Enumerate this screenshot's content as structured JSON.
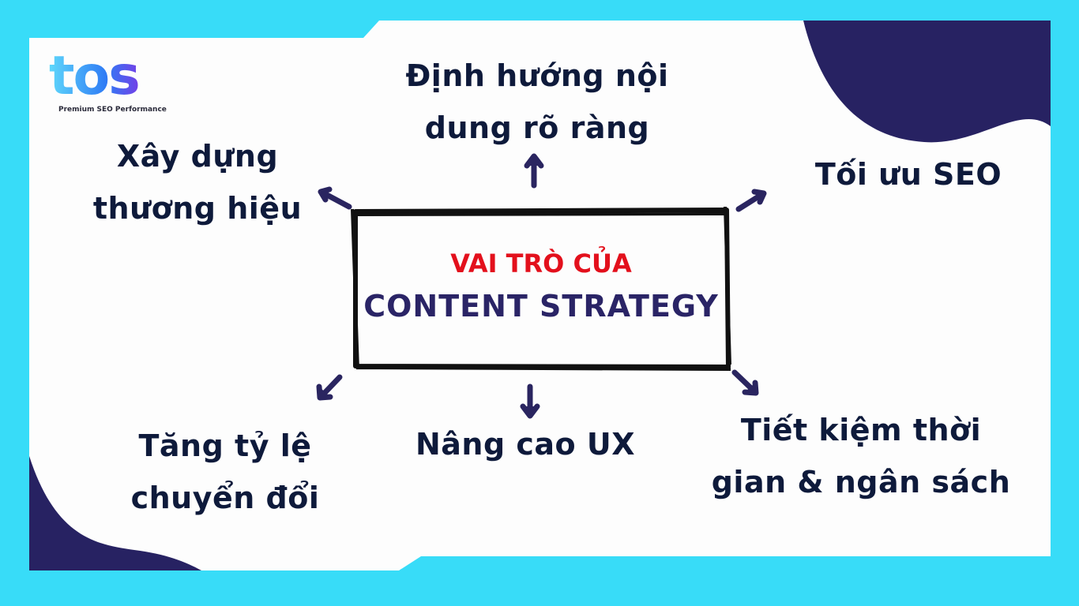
{
  "logo": {
    "text": "tos",
    "tagline": "Premium SEO Performance"
  },
  "center": {
    "line1": "VAI TRÒ CỦA",
    "line2": "CONTENT STRATEGY"
  },
  "items": [
    {
      "line1": "Định hướng nội",
      "line2": "dung rõ ràng"
    },
    {
      "line1": "Xây dựng",
      "line2": "thương hiệu"
    },
    {
      "line1": "Tối ưu SEO"
    },
    {
      "line1": "Tăng tỷ lệ",
      "line2": "chuyển đổi"
    },
    {
      "line1": "Nâng cao UX"
    },
    {
      "line1": "Tiết kiệm thời",
      "line2": "gian & ngân sách"
    }
  ],
  "colors": {
    "frame": "#38dcf8",
    "blob": "#272262",
    "text": "#0e1a3b",
    "accent_red": "#e3101c"
  }
}
